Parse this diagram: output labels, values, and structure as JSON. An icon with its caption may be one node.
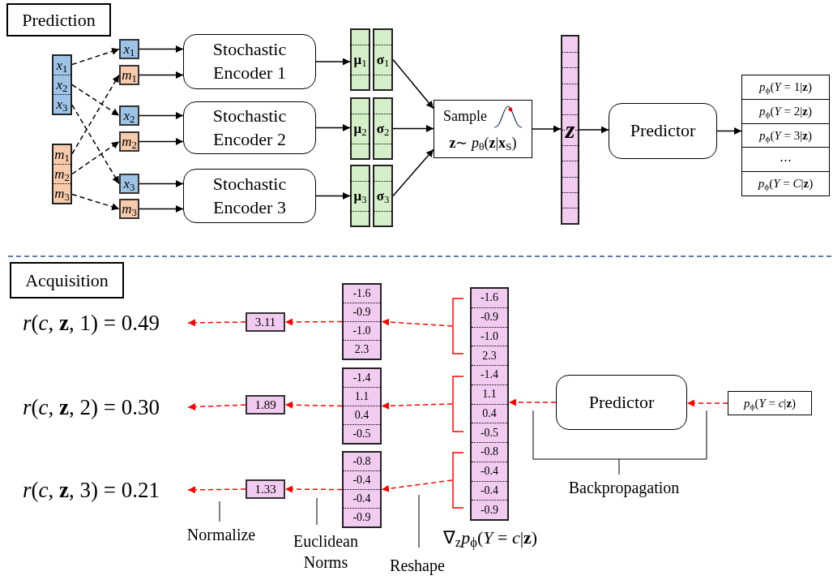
{
  "diagram": {
    "nodes": [
      {
        "text": [
          "Prediction"
        ]
      },
      {
        "text": [
          "*x*$_{1}$",
          "*x*$_{2}$",
          "*x*$_{3}$"
        ]
      },
      {
        "text": [
          "*m*$_{1}$",
          "*m*$_{2}$",
          "*m*$_{3}$"
        ]
      },
      {
        "text": [
          "*x*$_{1}$"
        ]
      },
      {
        "text": [
          "*m*$_{1}$"
        ]
      },
      {
        "text": [
          "*x*$_{2}$"
        ]
      },
      {
        "text": [
          "*m*$_{2}$"
        ]
      },
      {
        "text": [
          "*x*$_{3}$"
        ]
      },
      {
        "text": [
          "*m*$_{3}$"
        ]
      },
      {
        "text": [
          "Stochastic Encoder 1"
        ]
      },
      {
        "text": [
          "Stochastic Encoder 2"
        ]
      },
      {
        "text": [
          "Stochastic Encoder 3"
        ]
      },
      {
        "text": [
          "**μ**$_{1}$"
        ]
      },
      {
        "text": [
          "**σ**$_{1}$"
        ]
      },
      {
        "text": [
          "**μ**$_{2}$"
        ]
      },
      {
        "text": [
          "**σ**$_{2}$"
        ]
      },
      {
        "text": [
          "**μ**$_{3}$"
        ]
      },
      {
        "text": [
          "**σ**$_{3}$"
        ]
      },
      {
        "text": [
          "Sample",
          "**z**∼ *p*$_{θ}$(**z**|**x**$_{S}$)"
        ]
      },
      {
        "text": [
          "z"
        ]
      },
      {
        "text": [
          "Predictor"
        ]
      },
      {
        "text": [
          "*p*$_{ϕ}$(*Y* = 1|**z**)",
          "*p*$_{ϕ}$(*Y* = 2|**z**)",
          "*p*$_{ϕ}$(*Y* = 3|**z**)",
          "⋯",
          "*p*$_{ϕ}$(*Y* = *C*|**z**)"
        ]
      },
      {
        "text": [
          "Acquisition"
        ]
      },
      {
        "text": [
          "*r*(*c*, **z**, 1) = 0.49"
        ]
      },
      {
        "text": [
          "*r*(*c*, **z**, 2) = 0.30"
        ]
      },
      {
        "text": [
          "*r*(*c*, **z**, 3) = 0.21"
        ]
      },
      {
        "text": [
          "3.11"
        ]
      },
      {
        "text": [
          "1.89"
        ]
      },
      {
        "text": [
          "1.33"
        ]
      },
      {
        "text": [
          "-1.6",
          "-0.9",
          "-1.0",
          "2.3"
        ]
      },
      {
        "text": [
          "-1.4",
          "1.1",
          "0.4",
          "-0.5"
        ]
      },
      {
        "text": [
          "-0.8",
          "-0.4",
          "-0.4",
          "-0.9"
        ]
      },
      {
        "text": [
          "-1.6",
          "-0.9",
          "-1.0",
          "2.3",
          "-1.4",
          "1.1",
          "0.4",
          "-0.5",
          "-0.8",
          "-0.4",
          "-0.4",
          "-0.9"
        ],
        "beside": [
          "∇$_{z}$*p*$_{ϕ}$(*Y* = *c*|**z**)"
        ]
      },
      {
        "text": [],
        "shape": "bracket"
      },
      {
        "text": [],
        "shape": "bracket"
      },
      {
        "text": [],
        "shape": "bracket"
      },
      {
        "text": [
          "Predictor"
        ]
      },
      {
        "text": [
          "*p*$_{ϕ}$(*Y* = *c*|**z**)"
        ]
      }
    ],
    "edges": [
      {
        "from": 1,
        "to": 3,
        "arrow": "to",
        "style": "dashed"
      },
      {
        "from": 1,
        "to": 5,
        "arrow": "to",
        "style": "dashed"
      },
      {
        "from": 1,
        "to": 7,
        "arrow": "to",
        "style": "dashed"
      },
      {
        "from": 2,
        "to": 4,
        "arrow": "to",
        "style": "dashed"
      },
      {
        "from": 2,
        "to": 6,
        "arrow": "to",
        "style": "dashed"
      },
      {
        "from": 2,
        "to": 8,
        "arrow": "to",
        "style": "dashed"
      },
      {
        "from": 3,
        "to": 9,
        "arrow": "to"
      },
      {
        "from": 4,
        "to": 9,
        "arrow": "to"
      },
      {
        "from": 5,
        "to": 10,
        "arrow": "to"
      },
      {
        "from": 6,
        "to": 10,
        "arrow": "to"
      },
      {
        "from": 7,
        "to": 11,
        "arrow": "to"
      },
      {
        "from": 8,
        "to": 11,
        "arrow": "to"
      },
      {
        "from": 9,
        "to": 12,
        "arrow": "to"
      },
      {
        "from": 10,
        "to": 14,
        "arrow": "to"
      },
      {
        "from": 11,
        "to": 16,
        "arrow": "to"
      },
      {
        "from": 13,
        "to": 18,
        "arrow": "to"
      },
      {
        "from": 15,
        "to": 18,
        "arrow": "to"
      },
      {
        "from": 17,
        "to": 18,
        "arrow": "to"
      },
      {
        "from": 18,
        "to": 19,
        "arrow": "to"
      },
      {
        "from": 19,
        "to": 20,
        "arrow": "to"
      },
      {
        "from": 20,
        "to": 21,
        "arrow": "to"
      },
      {
        "from": 33,
        "to": 29,
        "arrow": "to",
        "style": "dashed",
        "color": "#ff0000"
      },
      {
        "from": 34,
        "to": 30,
        "arrow": "to",
        "style": "dashed",
        "color": "#ff0000"
      },
      {
        "from": 35,
        "to": 31,
        "arrow": "to",
        "style": "dashed",
        "color": "#ff0000"
      },
      {
        "from": 29,
        "to": 26,
        "arrow": "to",
        "style": "dashed",
        "color": "#ff0000"
      },
      {
        "from": 30,
        "to": 27,
        "arrow": "to",
        "style": "dashed",
        "color": "#ff0000"
      },
      {
        "from": 31,
        "to": 28,
        "arrow": "to",
        "style": "dashed",
        "color": "#ff0000"
      },
      {
        "from": 26,
        "to": 23,
        "arrow": "to",
        "style": "dashed",
        "color": "#ff0000"
      },
      {
        "from": 27,
        "to": 24,
        "arrow": "to",
        "style": "dashed",
        "color": "#ff0000"
      },
      {
        "from": 28,
        "to": 25,
        "arrow": "to",
        "style": "dashed",
        "color": "#ff0000"
      },
      {
        "from": 36,
        "to": 32,
        "arrow": "to",
        "style": "dashed",
        "color": "#ff0000"
      },
      {
        "from": 37,
        "to": 36,
        "arrow": "to",
        "style": "dashed",
        "color": "#ff0000"
      }
    ],
    "labels": [
      "Normalize",
      "Euclidean Norms",
      "Reshape",
      "Backpropagation"
    ]
  }
}
